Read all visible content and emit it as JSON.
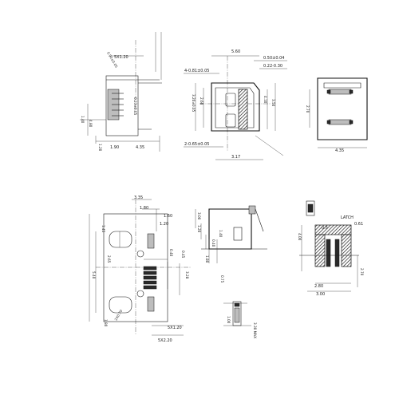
{
  "top_left": {
    "d1": "5X1.20",
    "d2": "0.90±0.05",
    "d3": "0.23±0.05",
    "d4": "4.80",
    "d5": "1.90",
    "d6": "4.35",
    "d7": "1.40",
    "d8": "1.20"
  },
  "top_center": {
    "d1": "5.60",
    "d2": "0.50±0.04",
    "d3": "0.22-0.30",
    "d4": "4-0.81±0.05",
    "d5": "3.20±0.05",
    "d6": "2.60",
    "d7": "2-0.65±0.05",
    "d8": "3.17",
    "d9": "4.10",
    "d10": "3.50"
  },
  "top_right": {
    "d1": "2.70",
    "d2": "4.35"
  },
  "bottom_left": {
    "d1": "3.35",
    "d2": "1.80",
    "d3": "1.60",
    "d4": "1.20",
    "d5": "1.45",
    "d6": "0.40",
    "d7": "0.45",
    "d8": "3.28",
    "d9": "2.65",
    "d10": "5.40",
    "d11": "2X0.70",
    "d12": "5X1.20",
    "d13": "5X2.20",
    "d14": "1.80"
  },
  "bottom_center": {
    "d1": "3.00",
    "d2": "1.20",
    "d3": "1.40",
    "d4": "0.40",
    "d5": "1.80"
  },
  "small_center": {
    "d1": "0.75",
    "d2": "1.00",
    "d3": "3.30 MAX"
  },
  "bottom_right": {
    "latch_label": "LATCH",
    "d1": "0.61",
    "d2": "0.5",
    "d3": "4.00",
    "d4": "2.80",
    "d5": "3.00",
    "d6": "2.70"
  }
}
